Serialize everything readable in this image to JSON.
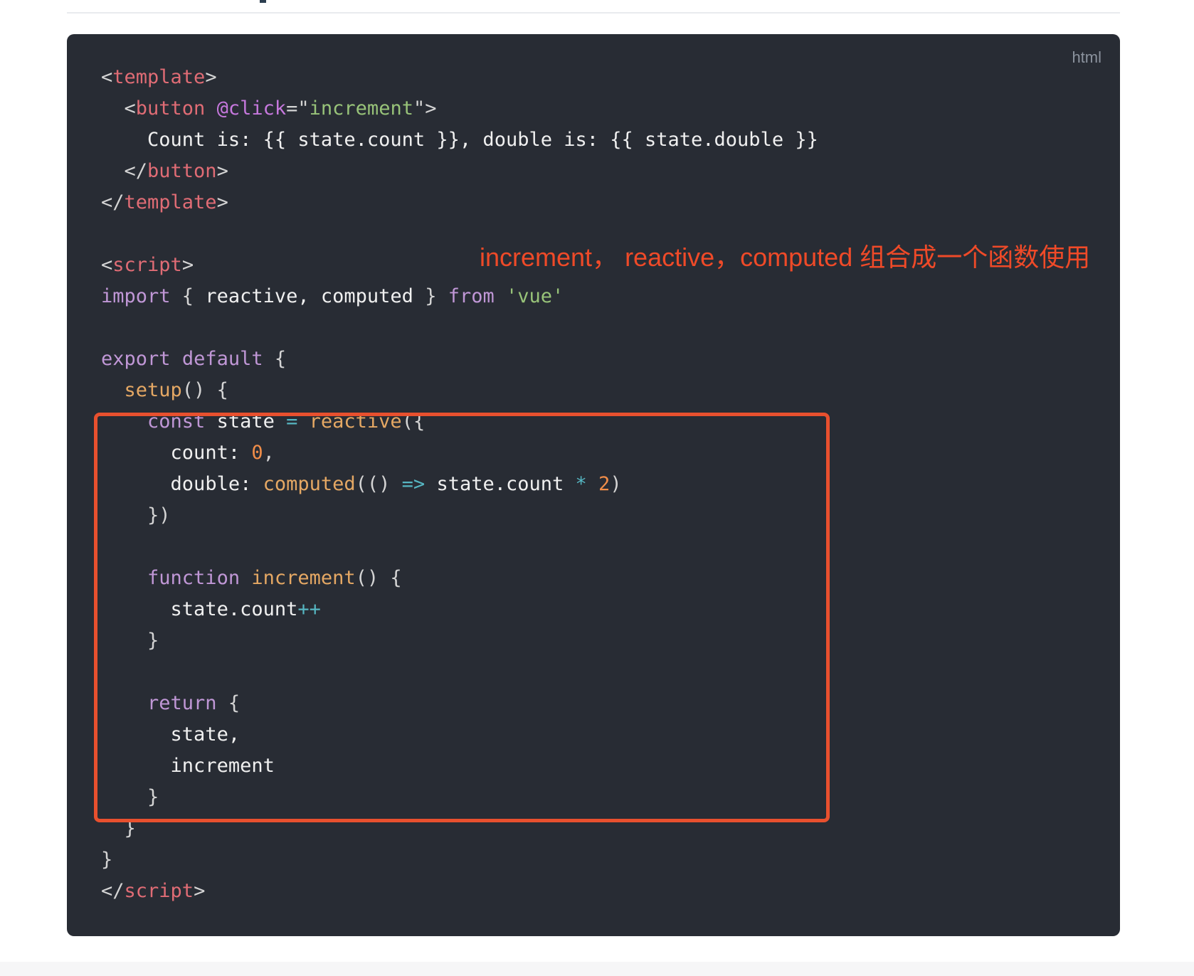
{
  "code_block": {
    "language": "html",
    "annotation": "increment， reactive，computed 组合成一个函数使用",
    "lines": [
      {
        "indent": "",
        "tokens": [
          {
            "t": "<",
            "c": "punct"
          },
          {
            "t": "template",
            "c": "tag"
          },
          {
            "t": ">",
            "c": "punct"
          }
        ]
      },
      {
        "indent": "  ",
        "tokens": [
          {
            "t": "<",
            "c": "punct"
          },
          {
            "t": "button",
            "c": "tag"
          },
          {
            "t": " ",
            "c": "plain"
          },
          {
            "t": "@click",
            "c": "attr"
          },
          {
            "t": "=\"",
            "c": "punct"
          },
          {
            "t": "increment",
            "c": "str"
          },
          {
            "t": "\">",
            "c": "punct"
          }
        ]
      },
      {
        "indent": "    ",
        "tokens": [
          {
            "t": "Count is: {{ state.count }}, double is: {{ state.double }}",
            "c": "plain"
          }
        ]
      },
      {
        "indent": "  ",
        "tokens": [
          {
            "t": "</",
            "c": "punct"
          },
          {
            "t": "button",
            "c": "tag"
          },
          {
            "t": ">",
            "c": "punct"
          }
        ]
      },
      {
        "indent": "",
        "tokens": [
          {
            "t": "</",
            "c": "punct"
          },
          {
            "t": "template",
            "c": "tag"
          },
          {
            "t": ">",
            "c": "punct"
          }
        ]
      },
      {
        "indent": "",
        "tokens": []
      },
      {
        "indent": "",
        "tokens": [
          {
            "t": "<",
            "c": "punct"
          },
          {
            "t": "script",
            "c": "tag"
          },
          {
            "t": ">",
            "c": "punct"
          }
        ]
      },
      {
        "indent": "",
        "tokens": [
          {
            "t": "import",
            "c": "kw"
          },
          {
            "t": " { ",
            "c": "punct"
          },
          {
            "t": "reactive, computed",
            "c": "plain"
          },
          {
            "t": " } ",
            "c": "punct"
          },
          {
            "t": "from",
            "c": "kw"
          },
          {
            "t": " ",
            "c": "plain"
          },
          {
            "t": "'vue'",
            "c": "str"
          }
        ]
      },
      {
        "indent": "",
        "tokens": []
      },
      {
        "indent": "",
        "tokens": [
          {
            "t": "export",
            "c": "kw"
          },
          {
            "t": " ",
            "c": "plain"
          },
          {
            "t": "default",
            "c": "kw"
          },
          {
            "t": " {",
            "c": "punct"
          }
        ]
      },
      {
        "indent": "  ",
        "tokens": [
          {
            "t": "setup",
            "c": "fn"
          },
          {
            "t": "() {",
            "c": "punct"
          }
        ]
      },
      {
        "indent": "    ",
        "tokens": [
          {
            "t": "const",
            "c": "kw"
          },
          {
            "t": " state ",
            "c": "plain"
          },
          {
            "t": "=",
            "c": "op"
          },
          {
            "t": " ",
            "c": "plain"
          },
          {
            "t": "reactive",
            "c": "fn"
          },
          {
            "t": "({",
            "c": "punct"
          }
        ]
      },
      {
        "indent": "      ",
        "tokens": [
          {
            "t": "count: ",
            "c": "plain"
          },
          {
            "t": "0",
            "c": "num"
          },
          {
            "t": ",",
            "c": "punct"
          }
        ]
      },
      {
        "indent": "      ",
        "tokens": [
          {
            "t": "double: ",
            "c": "plain"
          },
          {
            "t": "computed",
            "c": "fn"
          },
          {
            "t": "(() ",
            "c": "punct"
          },
          {
            "t": "=>",
            "c": "op"
          },
          {
            "t": " state.count ",
            "c": "plain"
          },
          {
            "t": "*",
            "c": "op"
          },
          {
            "t": " ",
            "c": "plain"
          },
          {
            "t": "2",
            "c": "num"
          },
          {
            "t": ")",
            "c": "punct"
          }
        ]
      },
      {
        "indent": "    ",
        "tokens": [
          {
            "t": "})",
            "c": "punct"
          }
        ]
      },
      {
        "indent": "",
        "tokens": []
      },
      {
        "indent": "    ",
        "tokens": [
          {
            "t": "function",
            "c": "kw"
          },
          {
            "t": " ",
            "c": "plain"
          },
          {
            "t": "increment",
            "c": "fn"
          },
          {
            "t": "() {",
            "c": "punct"
          }
        ]
      },
      {
        "indent": "      ",
        "tokens": [
          {
            "t": "state.count",
            "c": "plain"
          },
          {
            "t": "++",
            "c": "op"
          }
        ]
      },
      {
        "indent": "    ",
        "tokens": [
          {
            "t": "}",
            "c": "punct"
          }
        ]
      },
      {
        "indent": "",
        "tokens": []
      },
      {
        "indent": "    ",
        "tokens": [
          {
            "t": "return",
            "c": "kw"
          },
          {
            "t": " {",
            "c": "punct"
          }
        ]
      },
      {
        "indent": "      ",
        "tokens": [
          {
            "t": "state,",
            "c": "plain"
          }
        ]
      },
      {
        "indent": "      ",
        "tokens": [
          {
            "t": "increment",
            "c": "plain"
          }
        ]
      },
      {
        "indent": "    ",
        "tokens": [
          {
            "t": "}",
            "c": "punct"
          }
        ]
      },
      {
        "indent": "  ",
        "tokens": [
          {
            "t": "}",
            "c": "punct"
          }
        ]
      },
      {
        "indent": "",
        "tokens": [
          {
            "t": "}",
            "c": "punct"
          }
        ]
      },
      {
        "indent": "",
        "tokens": [
          {
            "t": "</",
            "c": "punct"
          },
          {
            "t": "script",
            "c": "tag"
          },
          {
            "t": ">",
            "c": "punct"
          }
        ]
      }
    ]
  }
}
